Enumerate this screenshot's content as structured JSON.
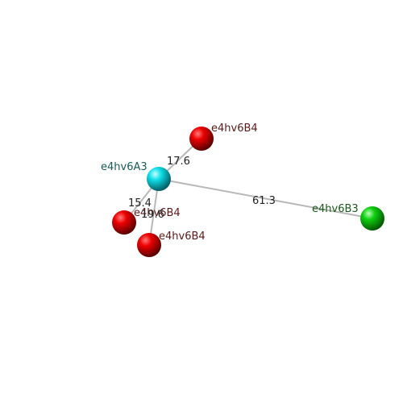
{
  "colors": {
    "background": "#ffffff",
    "bond": "#b8b8b8",
    "atom_red": "#e00000",
    "atom_cyan": "#10e0e8",
    "atom_green": "#10d010",
    "label_red": "#5a1a1a",
    "label_cyan": "#1a5a5a",
    "label_green": "#1a5a1a"
  },
  "atoms": [
    {
      "id": "a3",
      "label": "e4hv6A3",
      "color": "cyan"
    },
    {
      "id": "b4_top",
      "label": "e4hv6B4",
      "color": "red"
    },
    {
      "id": "b4_left",
      "label": "e4hv6B4",
      "color": "red"
    },
    {
      "id": "b4_bottom",
      "label": "e4hv6B4",
      "color": "red"
    },
    {
      "id": "b3",
      "label": "e4hv6B3",
      "color": "green"
    }
  ],
  "distances": [
    {
      "id": "d_top",
      "from": "a3",
      "to": "b4_top",
      "value": "17.6"
    },
    {
      "id": "d_left",
      "from": "a3",
      "to": "b4_left",
      "value": "15.4"
    },
    {
      "id": "d_bottom",
      "from": "a3",
      "to": "b4_bottom",
      "value": "19.6"
    },
    {
      "id": "d_right",
      "from": "a3",
      "to": "b3",
      "value": "61.3"
    }
  ]
}
